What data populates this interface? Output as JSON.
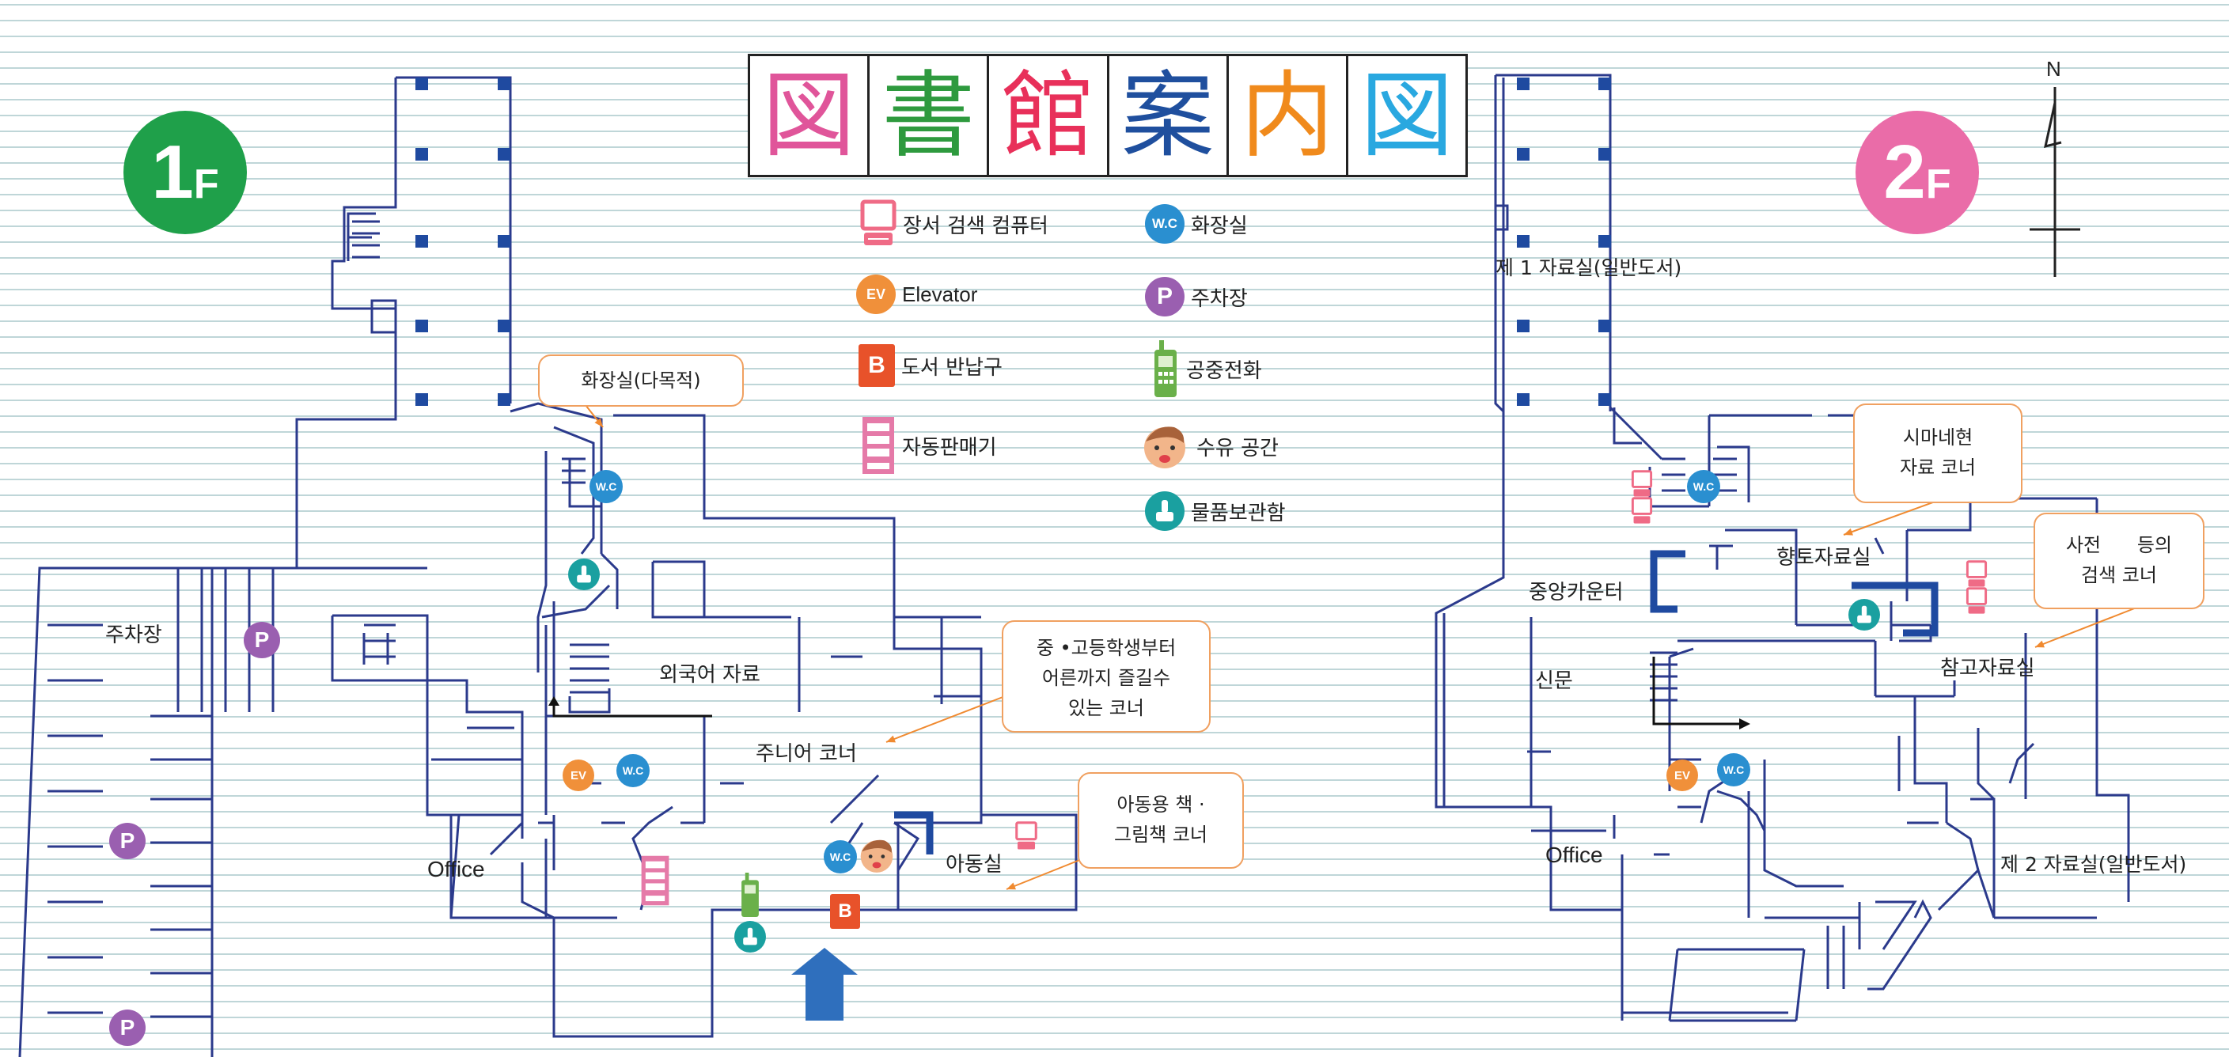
{
  "title": {
    "chars": [
      "図",
      "書",
      "館",
      "案",
      "内",
      "図"
    ],
    "colors": [
      "#e0559a",
      "#2e9a3e",
      "#e8305a",
      "#1f4f9e",
      "#f08a1c",
      "#29a8e0"
    ]
  },
  "floors": {
    "first": {
      "number": "1",
      "unit": "F",
      "color": "#1fa04a"
    },
    "second": {
      "number": "2",
      "unit": "F",
      "color": "#ea6ca8"
    }
  },
  "compass": {
    "north_label": "N"
  },
  "legend": [
    {
      "icon": "computer-icon",
      "label": "장서 검색 컴퓨터"
    },
    {
      "icon": "elevator-icon",
      "label": "Elevator"
    },
    {
      "icon": "book-return-icon",
      "label": "도서 반납구"
    },
    {
      "icon": "vending-machine-icon",
      "label": "자동판매기"
    },
    {
      "icon": "restroom-icon",
      "label": "화장실"
    },
    {
      "icon": "parking-icon",
      "label": "주차장"
    },
    {
      "icon": "payphone-icon",
      "label": "공중전화"
    },
    {
      "icon": "nursing-room-icon",
      "label": "수유 공간"
    },
    {
      "icon": "locker-icon",
      "label": "물품보관함"
    }
  ],
  "icon_glyphs": {
    "restroom": "W.C",
    "elevator": "EV",
    "parking": "P",
    "book_return": "B"
  },
  "colors": {
    "wall": "#2b3a8c",
    "pillar": "#1f4aa0",
    "stripe": "#bfd6d8",
    "callout_border": "#f0a060",
    "arrow": "#f08a30",
    "entrance": "#2f6fbd",
    "restroom": "#2a8fd0",
    "elevator": "#f0903a",
    "parking": "#9a5fb0",
    "locker": "#1aa0a0",
    "payphone": "#6ab04a",
    "book_return": "#e8522a",
    "vending": "#e57aa8",
    "computer": "#ef6b86"
  },
  "floor1": {
    "labels": {
      "parking": "주차장",
      "foreign_materials": "외국어 자료",
      "junior_corner": "주니어 코너",
      "children_room": "아동실",
      "office": "Office"
    },
    "callouts": {
      "restroom_multi": [
        "화장실(다목적)"
      ],
      "teen_corner": [
        "중 •고등학생부터",
        "어른까지 즐길수",
        "있는 코너"
      ],
      "picture_books": [
        "아동용 책 ·",
        "그림책 코너"
      ]
    }
  },
  "floor2": {
    "labels": {
      "room1": "제 1 자료실(일반도서)",
      "main_counter": "중앙카운터",
      "local_history": "향토자료실",
      "newspapers": "신문",
      "reference_room": "참고자료실",
      "office": "Office",
      "room2": "제 2 자료실(일반도서)"
    },
    "callouts": {
      "shimane": [
        "시마네현",
        "자료 코너"
      ],
      "dictionary_search": [
        "사전      등의",
        "검색 코너"
      ]
    }
  }
}
